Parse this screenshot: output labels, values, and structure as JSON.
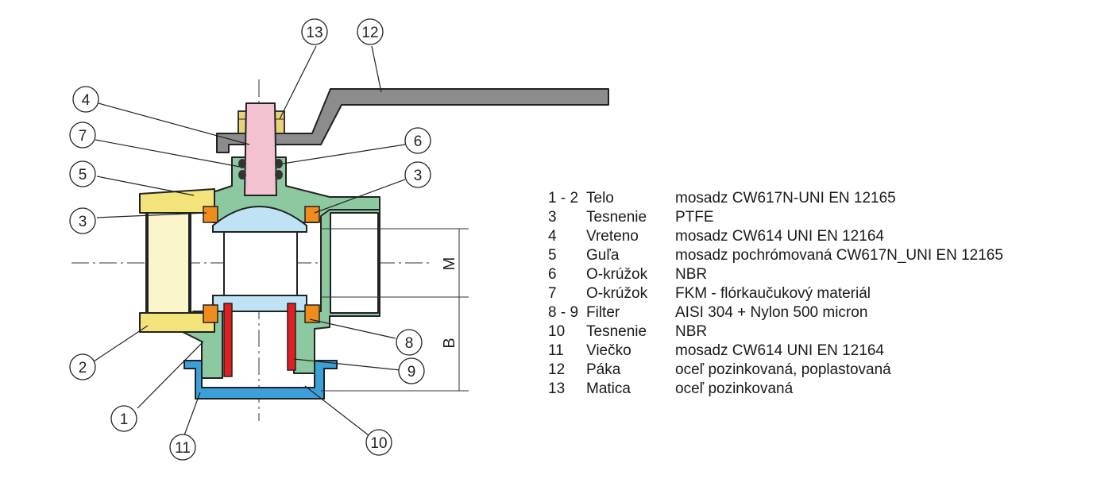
{
  "callouts": [
    "1",
    "2",
    "3",
    "3",
    "4",
    "5",
    "6",
    "7",
    "8",
    "9",
    "10",
    "11",
    "12",
    "13"
  ],
  "dimensions": {
    "m": "M",
    "b": "B"
  },
  "parts": [
    {
      "num": "1 - 2",
      "name": "Telo",
      "material": "mosadz CW617N-UNI EN 12165"
    },
    {
      "num": "3",
      "name": "Tesnenie",
      "material": "PTFE"
    },
    {
      "num": "4",
      "name": "Vreteno",
      "material": "mosadz CW614 UNI EN 12164"
    },
    {
      "num": "5",
      "name": "Guľa",
      "material": "mosadz pochrómovaná CW617N_UNI EN 12165"
    },
    {
      "num": "6",
      "name": "O-krúžok",
      "material": "NBR"
    },
    {
      "num": "7",
      "name": "O-krúžok",
      "material": "FKM - flórkaučukový materiál"
    },
    {
      "num": "8 - 9",
      "name": "Filter",
      "material": "AISI 304 + Nylon  500 micron"
    },
    {
      "num": "10",
      "name": "Tesnenie",
      "material": "NBR"
    },
    {
      "num": "11",
      "name": "Viečko",
      "material": "mosadz CW614 UNI EN 12164"
    },
    {
      "num": "12",
      "name": "Páka",
      "material": "oceľ pozinkovaná, poplastovaná"
    },
    {
      "num": "13",
      "name": "Matica",
      "material": "oceľ pozinkovaná"
    }
  ],
  "colors": {
    "body": "#8cc9a0",
    "end_nut": "#f2e37a",
    "stem": "#f2c2cf",
    "ball": "#bfe3f4",
    "seal_ptfe": "#f08c1e",
    "filter": "#e02020",
    "cap": "#3aa0d8",
    "lever": "#8c8c8c",
    "nut": "#e8d27a"
  }
}
